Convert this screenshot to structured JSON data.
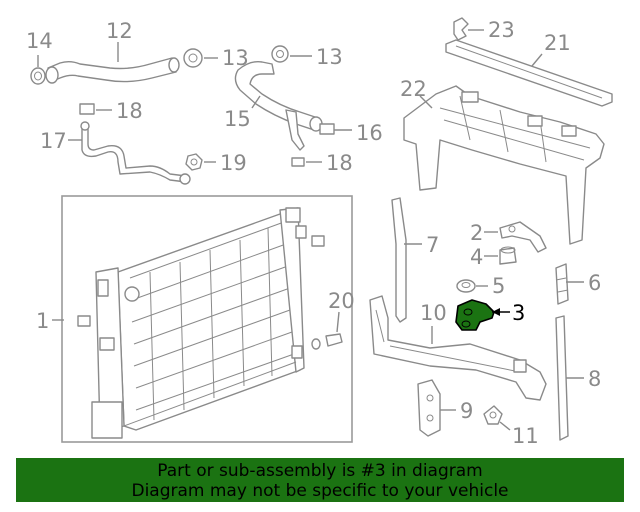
{
  "callouts": {
    "c1": "1",
    "c2": "2",
    "c3": "3",
    "c4": "4",
    "c5": "5",
    "c6": "6",
    "c7": "7",
    "c8": "8",
    "c9": "9",
    "c10": "10",
    "c11": "11",
    "c12": "12",
    "c13a": "13",
    "c13b": "13",
    "c14": "14",
    "c15": "15",
    "c16": "16",
    "c17": "17",
    "c18a": "18",
    "c18b": "18",
    "c19": "19",
    "c20": "20",
    "c21": "21",
    "c22": "22",
    "c23": "23"
  },
  "highlight": {
    "part_number": "3",
    "color": "#1b7312"
  },
  "banner": {
    "line1": "Part or sub-assembly is #3 in diagram",
    "line2": "Diagram may not be specific to your vehicle",
    "background": "#1b7312"
  }
}
